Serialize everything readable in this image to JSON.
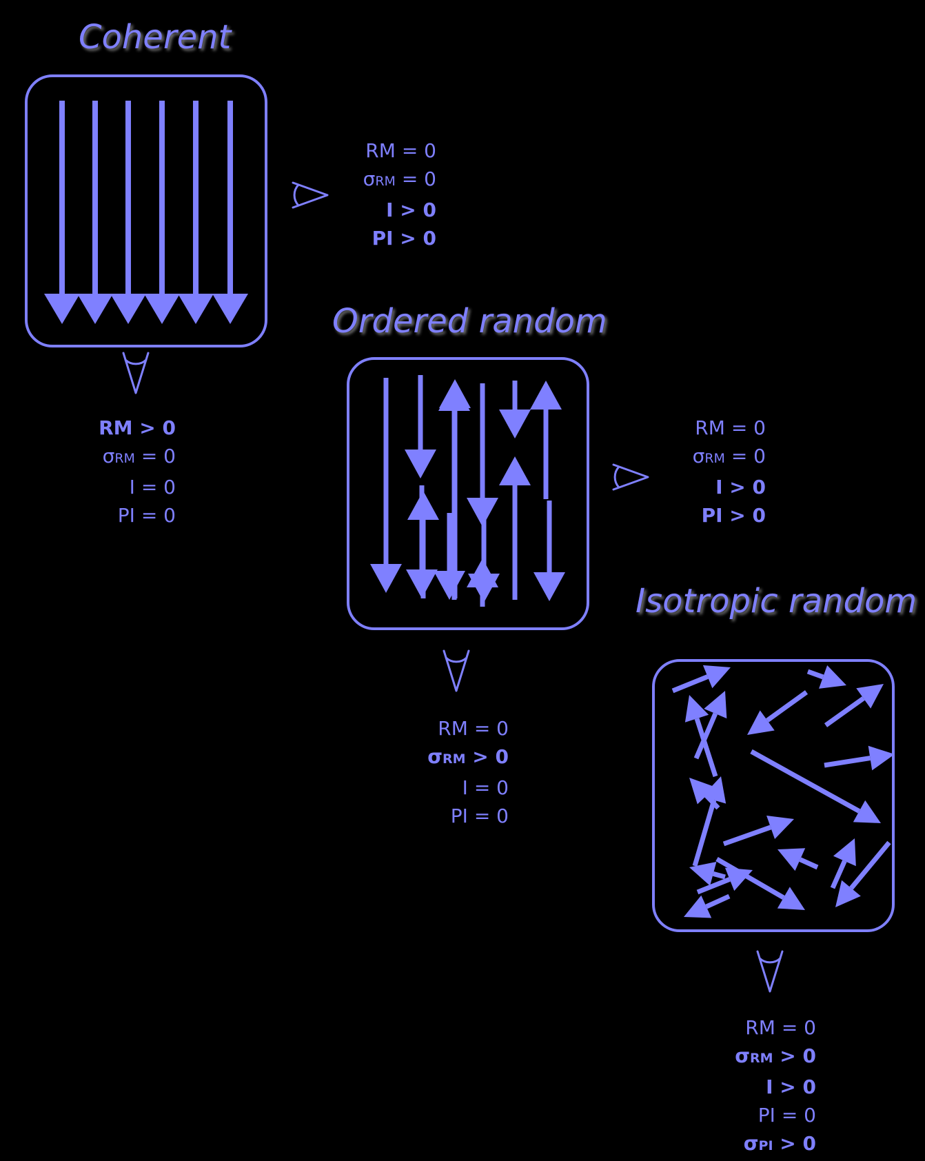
{
  "colors": {
    "accent": "#7f80ff",
    "background": "#000000"
  },
  "panels": [
    {
      "id": "coherent",
      "title": "Coherent",
      "side_view": [
        {
          "sym": "RM",
          "sub": "",
          "rel": "= 0",
          "bold": false
        },
        {
          "sym": "σ",
          "sub": "RM",
          "rel": "= 0",
          "bold": false
        },
        {
          "sym": "I",
          "sub": "",
          "rel": "> 0",
          "bold": true
        },
        {
          "sym": "PI",
          "sub": "",
          "rel": "> 0",
          "bold": true
        }
      ],
      "bottom_view": [
        {
          "sym": "RM",
          "sub": "",
          "rel": "> 0",
          "bold": true
        },
        {
          "sym": "σ",
          "sub": "RM",
          "rel": "= 0",
          "bold": false
        },
        {
          "sym": "I",
          "sub": "",
          "rel": "= 0",
          "bold": false
        },
        {
          "sym": "PI",
          "sub": "",
          "rel": "= 0",
          "bold": false
        }
      ]
    },
    {
      "id": "ordered",
      "title": "Ordered random",
      "side_view": [
        {
          "sym": "RM",
          "sub": "",
          "rel": "= 0",
          "bold": false
        },
        {
          "sym": "σ",
          "sub": "RM",
          "rel": "= 0",
          "bold": false
        },
        {
          "sym": "I",
          "sub": "",
          "rel": "> 0",
          "bold": true
        },
        {
          "sym": "PI",
          "sub": "",
          "rel": "> 0",
          "bold": true
        }
      ],
      "bottom_view": [
        {
          "sym": "RM",
          "sub": "",
          "rel": "= 0",
          "bold": false
        },
        {
          "sym": "σ",
          "sub": "RM",
          "rel": "> 0",
          "bold": true
        },
        {
          "sym": "I",
          "sub": "",
          "rel": "= 0",
          "bold": false
        },
        {
          "sym": "PI",
          "sub": "",
          "rel": "= 0",
          "bold": false
        }
      ]
    },
    {
      "id": "isotropic",
      "title": "Isotropic random",
      "bottom_view": [
        {
          "sym": "RM",
          "sub": "",
          "rel": "= 0",
          "bold": false
        },
        {
          "sym": "σ",
          "sub": "RM",
          "rel": "> 0",
          "bold": true
        },
        {
          "sym": "I",
          "sub": "",
          "rel": "> 0",
          "bold": true
        },
        {
          "sym": "PI",
          "sub": "",
          "rel": "= 0",
          "bold": false
        },
        {
          "sym": "σ",
          "sub": "PI",
          "rel": "> 0",
          "bold": true
        }
      ]
    }
  ]
}
